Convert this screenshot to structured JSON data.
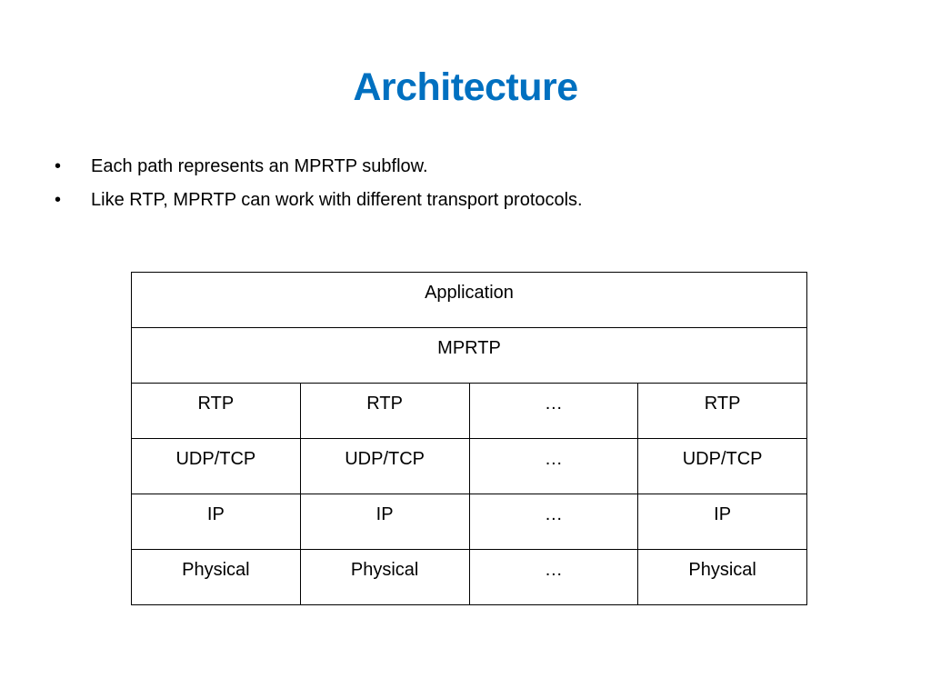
{
  "slide": {
    "title": "Architecture",
    "bullet_char": "•",
    "bullets": [
      "Each path represents an MPRTP subflow.",
      "Like RTP, MPRTP can work with different transport protocols."
    ]
  },
  "table": {
    "application": "Application",
    "mprtp": "MPRTP",
    "rows": [
      [
        "RTP",
        "RTP",
        "…",
        "RTP"
      ],
      [
        "UDP/TCP",
        "UDP/TCP",
        "…",
        "UDP/TCP"
      ],
      [
        "IP",
        "IP",
        "…",
        "IP"
      ],
      [
        "Physical",
        "Physical",
        "…",
        "Physical"
      ]
    ]
  },
  "colors": {
    "title": "#0070c0",
    "text": "#000000",
    "border": "#000000"
  }
}
